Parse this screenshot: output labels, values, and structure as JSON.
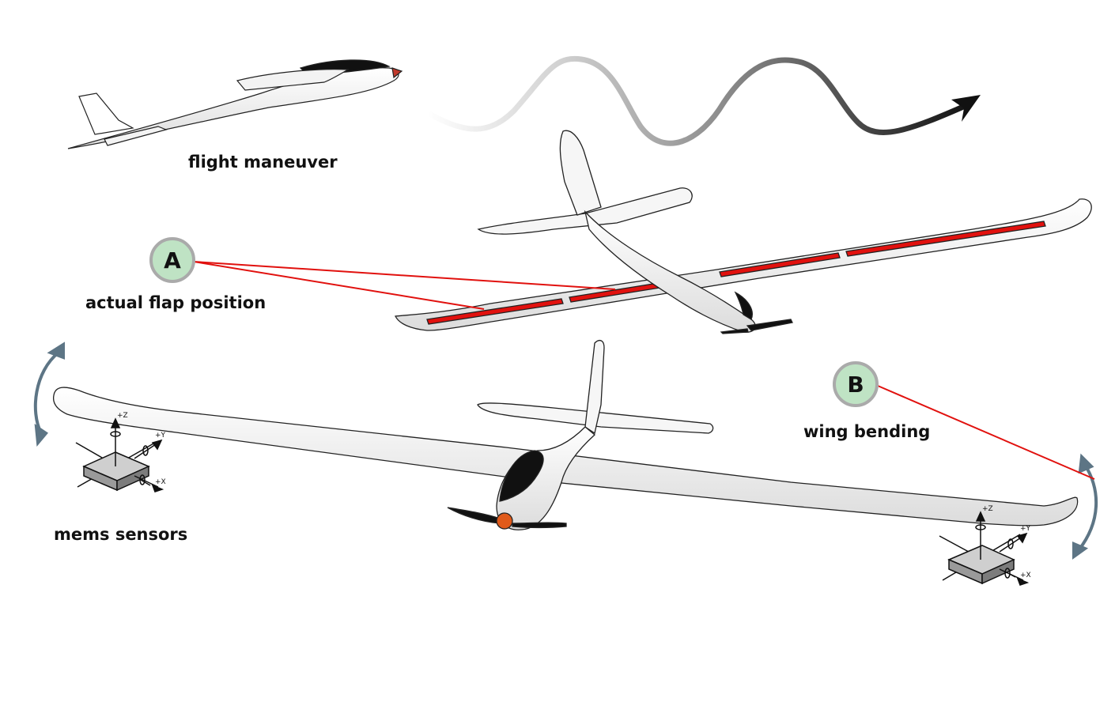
{
  "labels": {
    "flight_maneuver": "flight maneuver",
    "actual_flap_position": "actual flap position",
    "wing_bending": "wing bending",
    "mems_sensors": "mems sensors"
  },
  "badges": {
    "a": "A",
    "b": "B"
  },
  "sensor_axes": {
    "z": "+Z",
    "y": "+Y",
    "x": "+X"
  },
  "colors": {
    "badge_fill": "#bfe3c4",
    "badge_ring": "#aaaaaa",
    "flap_red": "#e1110e",
    "bend_arrow": "#5d7585",
    "propeller_hub": "#e05a1a"
  }
}
